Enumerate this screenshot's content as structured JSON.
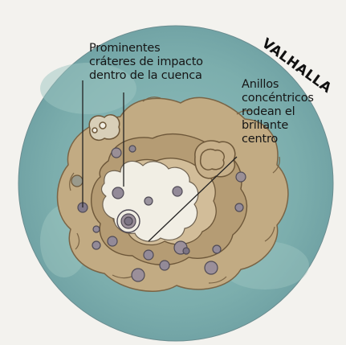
{
  "title": "VALHALLA",
  "labels": {
    "craters": [
      "Prominentes",
      "cráteres de impacto",
      "dentro de la cuenca"
    ],
    "rings": [
      "Anillos",
      "concéntricos",
      "rodean el",
      "brillante",
      "centro"
    ]
  },
  "colors": {
    "globe": "#7fb0b2",
    "outer_ring": "#bfa880",
    "middle_ring": "#b39a73",
    "inner_ring": "#cdb894",
    "center": "#f1eee4",
    "crater": "#8c8494",
    "outline": "#5f4f3a"
  }
}
